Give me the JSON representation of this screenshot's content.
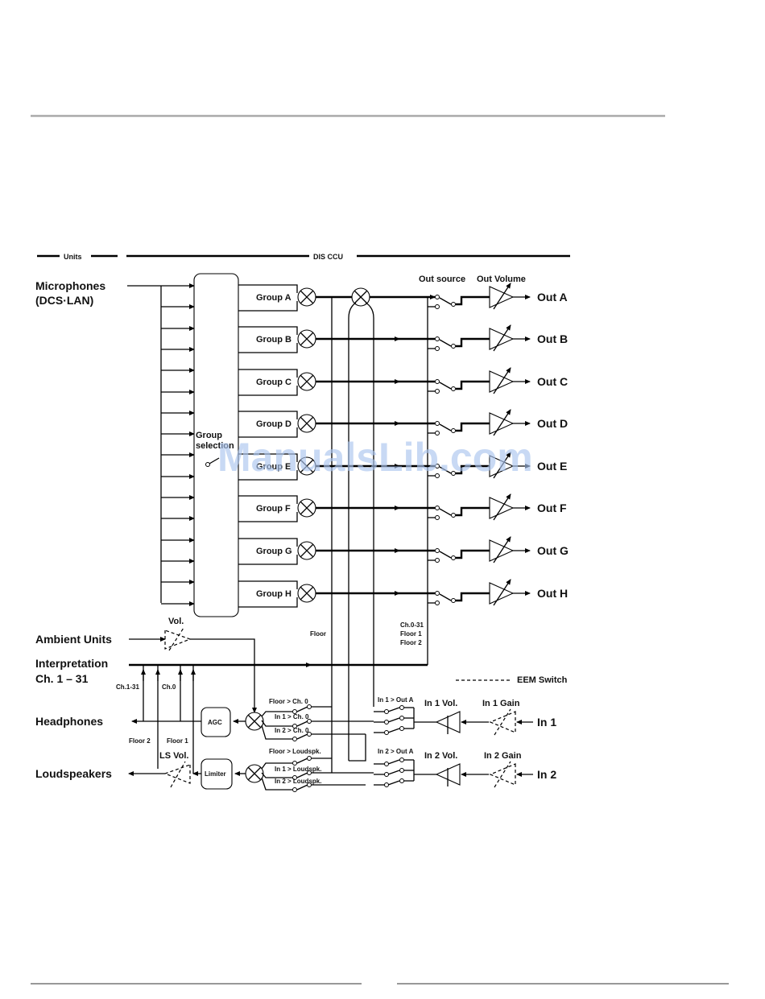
{
  "header": {
    "units": "Units",
    "dis_ccu": "DIS CCU"
  },
  "inputs": {
    "microphones": [
      "Microphones",
      "(DCS·LAN)"
    ],
    "ambient_units": "Ambient Units",
    "interpretation": [
      "Interpretation",
      "Ch. 1 – 31"
    ],
    "headphones": "Headphones",
    "loudspeakers": "Loudspeakers"
  },
  "group_selection": [
    "Group",
    "selection"
  ],
  "groups": [
    "Group A",
    "Group B",
    "Group C",
    "Group D",
    "Group E",
    "Group F",
    "Group G",
    "Group H"
  ],
  "outputs": [
    "Out A",
    "Out B",
    "Out C",
    "Out D",
    "Out E",
    "Out F",
    "Out G",
    "Out H"
  ],
  "out_source": "Out source",
  "out_volume": "Out Volume",
  "vol": "Vol.",
  "floor": "Floor",
  "ch_list": [
    "Ch.0-31",
    "Floor 1",
    "Floor 2"
  ],
  "eem_switch": "EEM Switch",
  "ch131_tap": "Ch.1-31",
  "ch0_tap": "Ch.0",
  "floor2": "Floor 2",
  "floor1": "Floor 1",
  "ls_vol": "LS Vol.",
  "agc": "AGC",
  "limiter": "Limiter",
  "hp_routes": [
    "Floor > Ch. 0",
    "In 1 > Ch. 0",
    "In 2 > Ch. 0"
  ],
  "ls_routes": [
    "Floor > Loudspk.",
    "In 1 > Loudspk.",
    "In 2 > Loudspk."
  ],
  "in1_outA": "In 1 > Out A",
  "in2_outA": "In 2 > Out A",
  "in1_vol": "In 1 Vol.",
  "in1_gain": "In 1 Gain",
  "in2_vol": "In 2 Vol.",
  "in2_gain": "In 2 Gain",
  "in1": "In 1",
  "in2": "In 2",
  "watermark": "ManualsLib.com"
}
